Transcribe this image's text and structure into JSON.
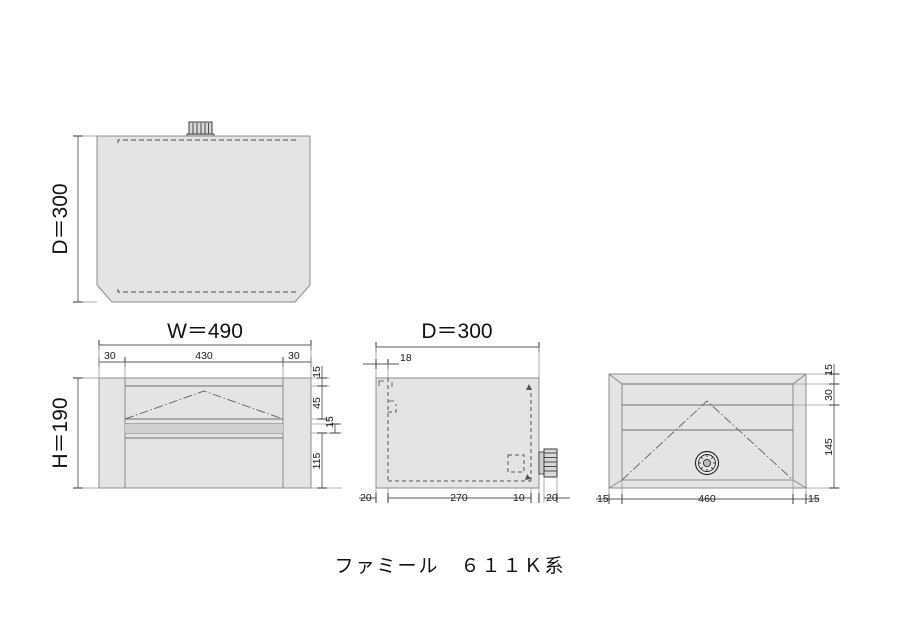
{
  "drawing": {
    "caption": "ファミール　６１１Ｋ系",
    "sheet_width": 900,
    "sheet_height": 636,
    "background_color": "#ffffff",
    "body_fill_color": "#e4e4e4",
    "line_color": "#8a8a8a",
    "dimension_color": "#1a1a1a",
    "units": "mm"
  },
  "views": {
    "top": {
      "name": "top-view",
      "label": "D=300",
      "depth_label": "D＝300",
      "features": [
        "knurled-knob-top-center",
        "dashed-inner-outline",
        "chamfered-bottom-corners"
      ]
    },
    "front": {
      "name": "front-view",
      "width_label": "W＝490",
      "height_label": "H＝190",
      "top_dims": [
        "30",
        "430",
        "30"
      ],
      "right_dims": [
        "15",
        "45",
        "15",
        "115"
      ],
      "features": [
        "slot-opening",
        "chevron-dash-dot",
        "side-posts"
      ]
    },
    "side": {
      "name": "side-view",
      "depth_label": "D＝300",
      "top_dim": "18",
      "bottom_dims": [
        "20",
        "270",
        "10",
        "20"
      ],
      "features": [
        "knurled-knob-right",
        "hidden-dashed-outline",
        "corner-bracket"
      ]
    },
    "rear": {
      "name": "rear-view",
      "right_dims": [
        "15",
        "30",
        "145"
      ],
      "bottom_dims": [
        "15",
        "460",
        "15"
      ],
      "features": [
        "dial-lock",
        "chevron-dash-dot",
        "beveled-corners",
        "horizontal-bands"
      ]
    }
  },
  "dimensions": {
    "W": "490",
    "D": "300",
    "H": "190",
    "front_top_left": "30",
    "front_top_center": "430",
    "front_top_right": "30",
    "front_right_1": "15",
    "front_right_2": "45",
    "front_right_3": "15",
    "front_right_4": "115",
    "side_top": "18",
    "side_bottom_1": "20",
    "side_bottom_2": "270",
    "side_bottom_3": "10",
    "side_bottom_4": "20",
    "rear_right_1": "15",
    "rear_right_2": "30",
    "rear_right_3": "145",
    "rear_bottom_1": "15",
    "rear_bottom_2": "460",
    "rear_bottom_3": "15"
  }
}
